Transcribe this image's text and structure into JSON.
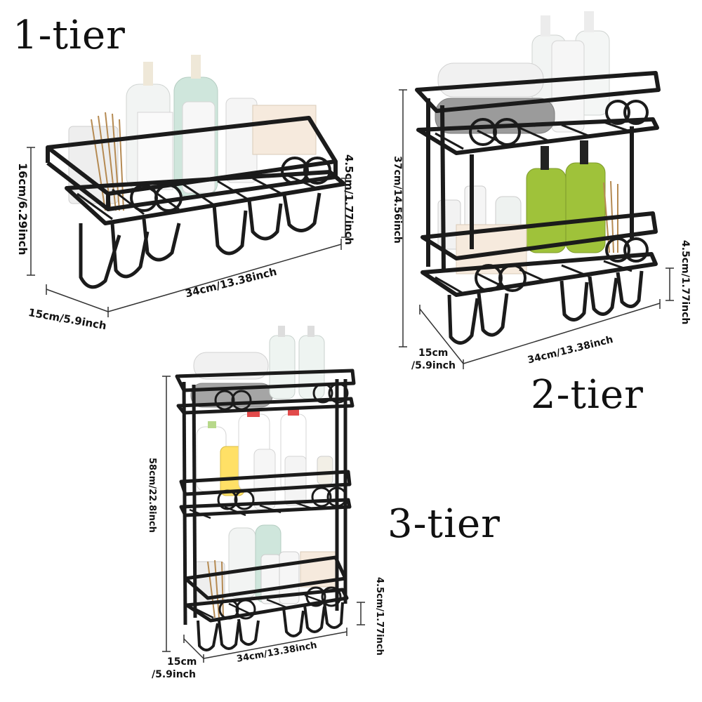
{
  "labels": {
    "tier1": "1-tier",
    "tier2": "2-tier",
    "tier3": "3-tier"
  },
  "dimensions": {
    "tier1": {
      "height": "16cm/6.29inch",
      "depth": "15cm/5.9inch",
      "width": "34cm/13.38inch",
      "rail": "4.5cm/1.77inch"
    },
    "tier2": {
      "height": "37cm/14.56inch",
      "depth_cm": "15cm",
      "depth_in": "/5.9inch",
      "width": "34cm/13.38inch",
      "rail": "4.5cm/1.77inch"
    },
    "tier3": {
      "height": "58cm/22.8inch",
      "depth_cm": "15cm",
      "depth_in": "/5.9inch",
      "width": "34cm/13.38inch",
      "rail": "4.5cm/1.77inch"
    }
  },
  "colors": {
    "frame": "#1b1b1b",
    "bottle_white": "#f2f4f3",
    "bottle_mint": "#cfe6dc",
    "bottle_green": "#9fc23a",
    "towel": "#e9e9e9",
    "tray": "#f6eadd"
  }
}
